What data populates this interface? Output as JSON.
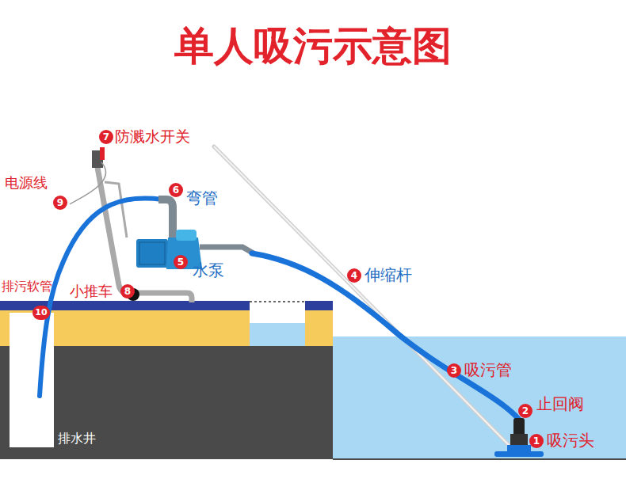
{
  "diagram": {
    "title": "单人吸污示意图",
    "labels": [
      "7",
      "防溅水开关",
      "电源线",
      "9",
      "6",
      "弯管",
      "5",
      "水泵",
      "小推车",
      "8",
      "4",
      "伸缩杆",
      "排污软管",
      "10",
      "3",
      "吸污管",
      "2",
      "止回阀",
      "1",
      "吸污头",
      "排水井"
    ]
  }
}
